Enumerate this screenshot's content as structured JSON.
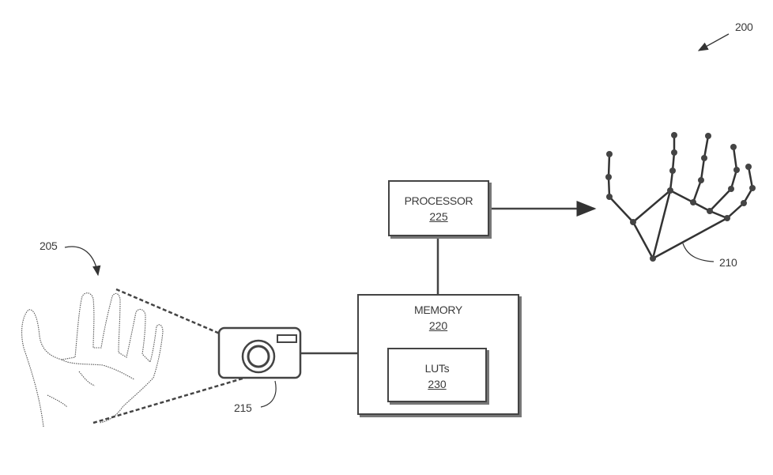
{
  "figure_ref": "200",
  "hand": {
    "ref": "205"
  },
  "camera": {
    "ref": "215"
  },
  "skeleton": {
    "ref": "210"
  },
  "blocks": {
    "processor": {
      "title": "PROCESSOR",
      "ref": "225"
    },
    "memory": {
      "title": "MEMORY",
      "ref": "220"
    },
    "luts": {
      "title": "LUTs",
      "ref": "230"
    }
  }
}
